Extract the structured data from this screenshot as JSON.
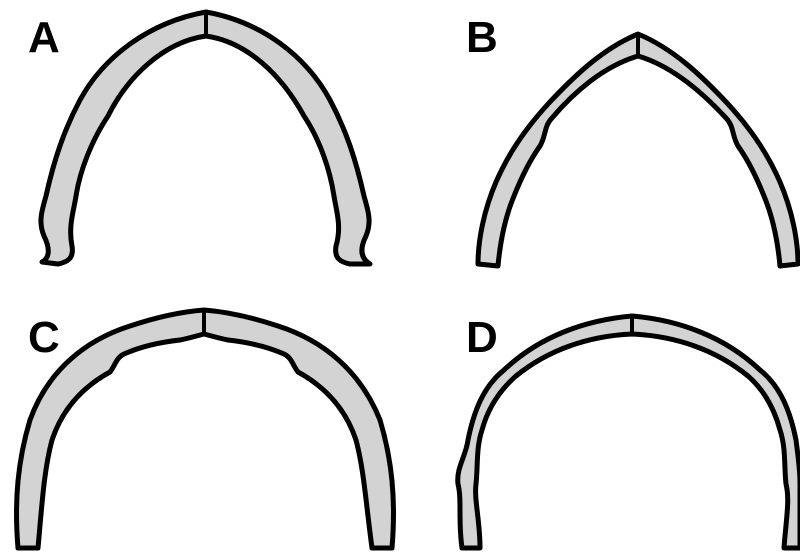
{
  "panels": [
    {
      "label": "A"
    },
    {
      "label": "B"
    },
    {
      "label": "C"
    },
    {
      "label": "D"
    }
  ],
  "colors": {
    "fill": "#d3d3d3",
    "outline": "#000000",
    "background": "#ffffff"
  }
}
